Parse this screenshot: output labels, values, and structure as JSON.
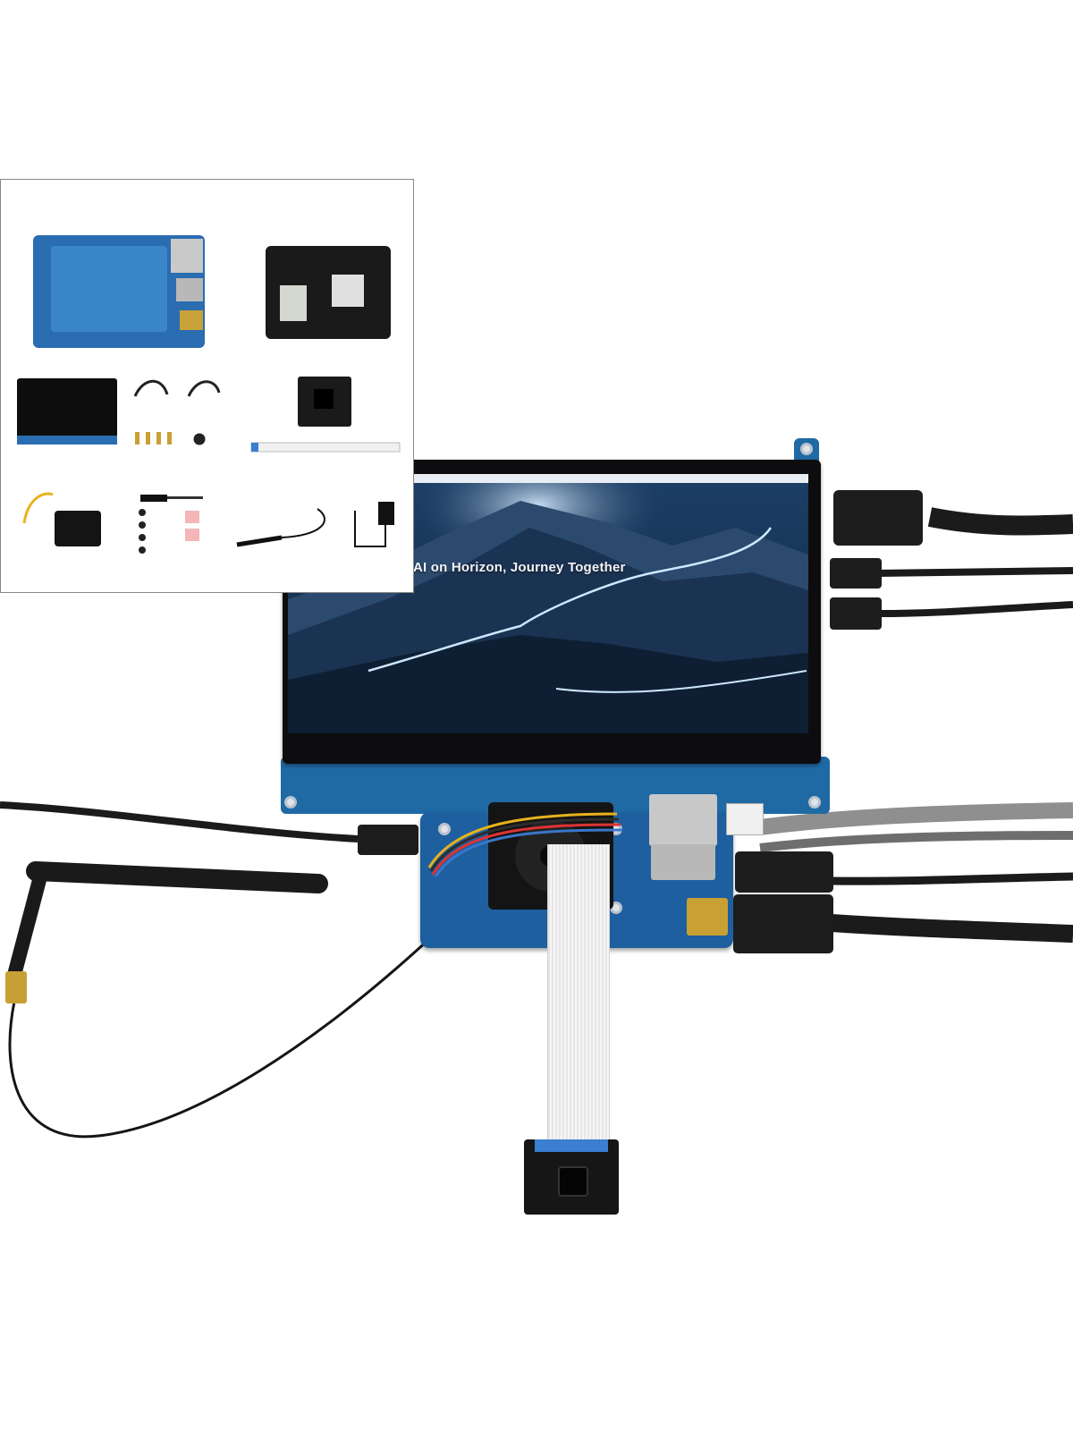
{
  "screen": {
    "caption": "AI on Horizon, Journey Together"
  },
  "inset": {
    "items": [
      "carrier-board",
      "compute-module",
      "lcd-display",
      "cables-and-adapters",
      "camera-module",
      "ffc-cable",
      "cooling-fan",
      "screwdriver-and-standoffs",
      "antenna",
      "power-adapter"
    ]
  },
  "colors": {
    "pcb_blue": "#1e5fa0",
    "display_bezel": "#0d0d0f",
    "cable_black": "#1a1a1a",
    "cable_gray": "#8a8a8a",
    "ribbon": "#ececec"
  }
}
